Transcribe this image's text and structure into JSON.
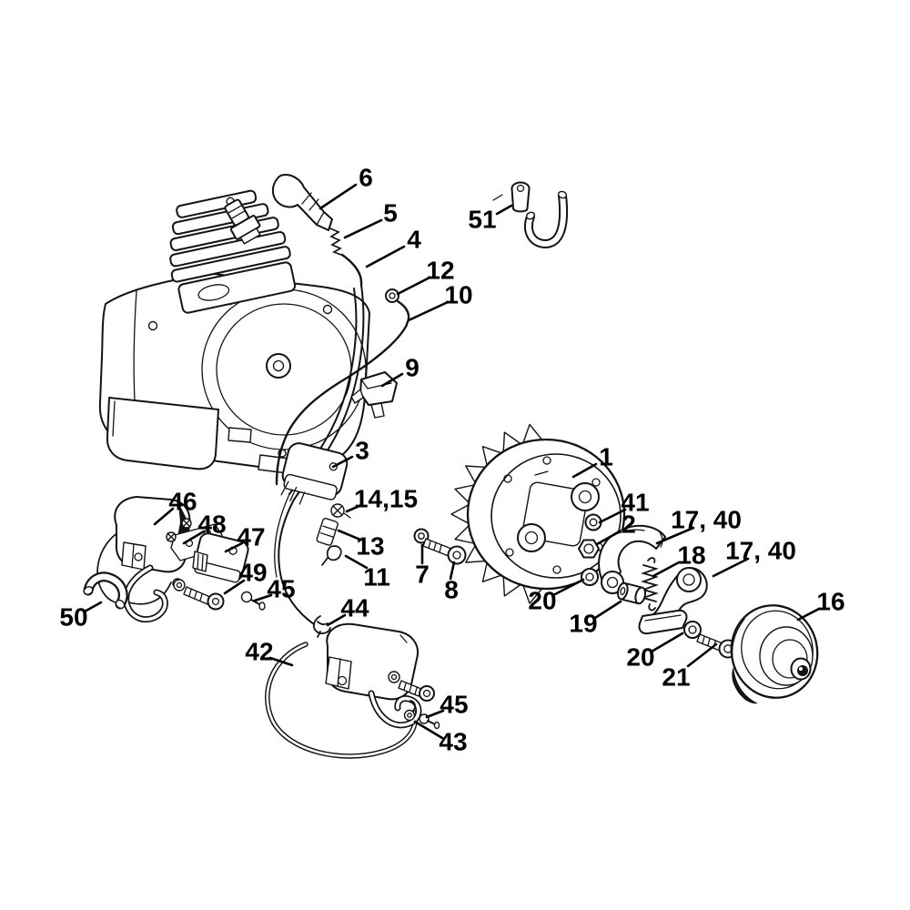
{
  "meta": {
    "background": "#ffffff",
    "line_color": "#131313",
    "label_color": "#000000"
  },
  "callouts": [
    {
      "label": "6"
    },
    {
      "label": "5"
    },
    {
      "label": "51"
    },
    {
      "label": "4"
    },
    {
      "label": "12"
    },
    {
      "label": "10"
    },
    {
      "label": "9"
    },
    {
      "label": "3"
    },
    {
      "label": "1"
    },
    {
      "label": "46"
    },
    {
      "label": "14,15"
    },
    {
      "label": "41"
    },
    {
      "label": "48"
    },
    {
      "label": "2"
    },
    {
      "label": "17, 40"
    },
    {
      "label": "47"
    },
    {
      "label": "13"
    },
    {
      "label": "18"
    },
    {
      "label": "17, 40"
    },
    {
      "label": "7"
    },
    {
      "label": "11"
    },
    {
      "label": "49"
    },
    {
      "label": "8"
    },
    {
      "label": "45"
    },
    {
      "label": "20"
    },
    {
      "label": "16"
    },
    {
      "label": "50"
    },
    {
      "label": "44"
    },
    {
      "label": "19"
    },
    {
      "label": "20"
    },
    {
      "label": "42"
    },
    {
      "label": "21"
    },
    {
      "label": "45"
    },
    {
      "label": "43"
    }
  ]
}
